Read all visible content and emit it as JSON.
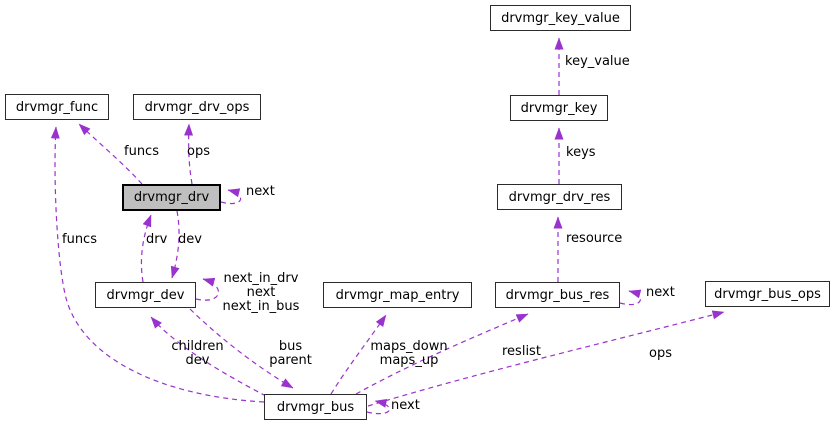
{
  "diagram_type": "collaboration-graph",
  "colors": {
    "edge": "#9a32cd",
    "node_border": "#2b2b2b",
    "node_fill": "#ffffff",
    "highlight_fill": "#bfbfbf"
  },
  "nodes": [
    {
      "id": "drvmgr_key_value",
      "label": "drvmgr_key_value"
    },
    {
      "id": "drvmgr_key",
      "label": "drvmgr_key"
    },
    {
      "id": "drvmgr_func",
      "label": "drvmgr_func"
    },
    {
      "id": "drvmgr_drv_ops",
      "label": "drvmgr_drv_ops"
    },
    {
      "id": "drvmgr_drv",
      "label": "drvmgr_drv",
      "highlighted": true
    },
    {
      "id": "drvmgr_drv_res",
      "label": "drvmgr_drv_res"
    },
    {
      "id": "drvmgr_dev",
      "label": "drvmgr_dev"
    },
    {
      "id": "drvmgr_map_entry",
      "label": "drvmgr_map_entry"
    },
    {
      "id": "drvmgr_bus_res",
      "label": "drvmgr_bus_res"
    },
    {
      "id": "drvmgr_bus_ops",
      "label": "drvmgr_bus_ops"
    },
    {
      "id": "drvmgr_bus",
      "label": "drvmgr_bus"
    }
  ],
  "edge_labels": [
    {
      "id": "key_value",
      "text": "key_value"
    },
    {
      "id": "keys",
      "text": "keys"
    },
    {
      "id": "funcs_drv",
      "text": "funcs"
    },
    {
      "id": "ops_drv",
      "text": "ops"
    },
    {
      "id": "next_drv",
      "text": "next"
    },
    {
      "id": "funcs_bus",
      "text": "funcs"
    },
    {
      "id": "drv",
      "text": "drv"
    },
    {
      "id": "dev",
      "text": "dev"
    },
    {
      "id": "dev_self",
      "lines": [
        "next_in_drv",
        "next",
        "next_in_bus"
      ]
    },
    {
      "id": "resource",
      "text": "resource"
    },
    {
      "id": "children_dev",
      "lines": [
        "children",
        "dev"
      ]
    },
    {
      "id": "bus_parent",
      "lines": [
        "bus",
        "parent"
      ]
    },
    {
      "id": "maps",
      "lines": [
        "maps_down",
        "maps_up"
      ]
    },
    {
      "id": "reslist",
      "text": "reslist"
    },
    {
      "id": "ops_bus",
      "text": "ops"
    },
    {
      "id": "next_bus_res",
      "text": "next"
    },
    {
      "id": "next_bus",
      "text": "next"
    }
  ]
}
